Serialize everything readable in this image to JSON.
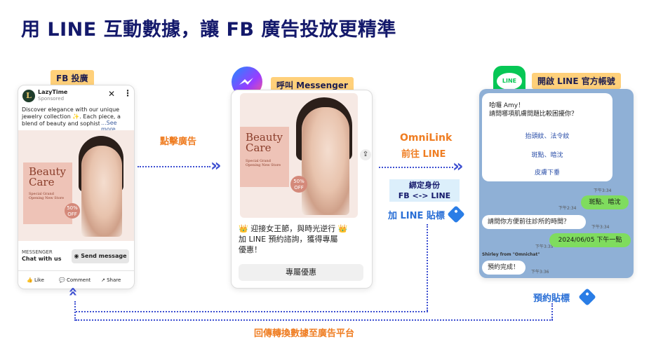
{
  "title": "用 LINE 互動數據，讓 FB 廣告投放更精準",
  "fb": {
    "tag": "FB 投廣",
    "brand": "LazyTime",
    "sponsored": "Sponsored",
    "logo_letter": "L",
    "text": "Discover elegance with our unique jewelry collection ✨. Each piece, a blend of beauty and sophistication,",
    "see_more": "...See more",
    "beauty": "Beauty Care",
    "small": "Special Grand Opening New Store",
    "badge": "50% OFF",
    "messenger_label": "MESSENGER",
    "chat": "Chat with us",
    "send": "Send message",
    "like": "Like",
    "comment": "Comment",
    "share": "Share"
  },
  "step1": "點擊廣告",
  "messenger": {
    "tag": "呼叫 Messenger",
    "beauty": "Beauty Care",
    "small": "Special Grand Opening New Store",
    "badge": "50% OFF",
    "msg_line1": "迎接女王節，與時光逆行",
    "msg_line2": "加 LINE 預約諮詢，獲得專屬",
    "msg_line3": "優惠！",
    "crown": "👑",
    "button": "專屬優惠"
  },
  "omnilink": {
    "name": "OmniLink",
    "sub": "前往 LINE"
  },
  "bind_box": {
    "line1": "綁定身份",
    "line2": "FB <-> LINE"
  },
  "add_tag": "加 LINE 貼標",
  "line": {
    "tag": "開啟 LINE 官方帳號",
    "logo": "LINE",
    "greet1": "哈囉 Amy！",
    "greet2": "請問哪項肌膚問題比較困擾你？",
    "options": [
      "抬頭紋、法令紋",
      "斑點、暗沈",
      "皮膚下垂"
    ],
    "t1": "下午3:34",
    "reply1": "斑點、暗沈",
    "t2": "下午2:34",
    "ask": "請問你方便前往診所的時間？",
    "t3": "下午3:34",
    "t4": "下午3:35",
    "reply2": "2024/06/05 下午一點",
    "sender": "Shirley from \"Omnichat\"",
    "done": "預約完成！",
    "t5": "下午3:36"
  },
  "booking_tag": "預約貼標",
  "bottom": "回傳轉換數據至廣告平台",
  "colors": {
    "navy": "#14196b",
    "orange": "#ef7d22",
    "blue": "#2a6fd6",
    "dots": "#3d4fd1",
    "tag_bg": "#ffd07a",
    "line_green": "#06c755",
    "line_bg": "#8fb0d6"
  },
  "icons": [
    "messenger-icon",
    "line-logo-icon",
    "tag-icon",
    "chevron-icon",
    "upload-icon",
    "close-icon",
    "more-icon"
  ]
}
